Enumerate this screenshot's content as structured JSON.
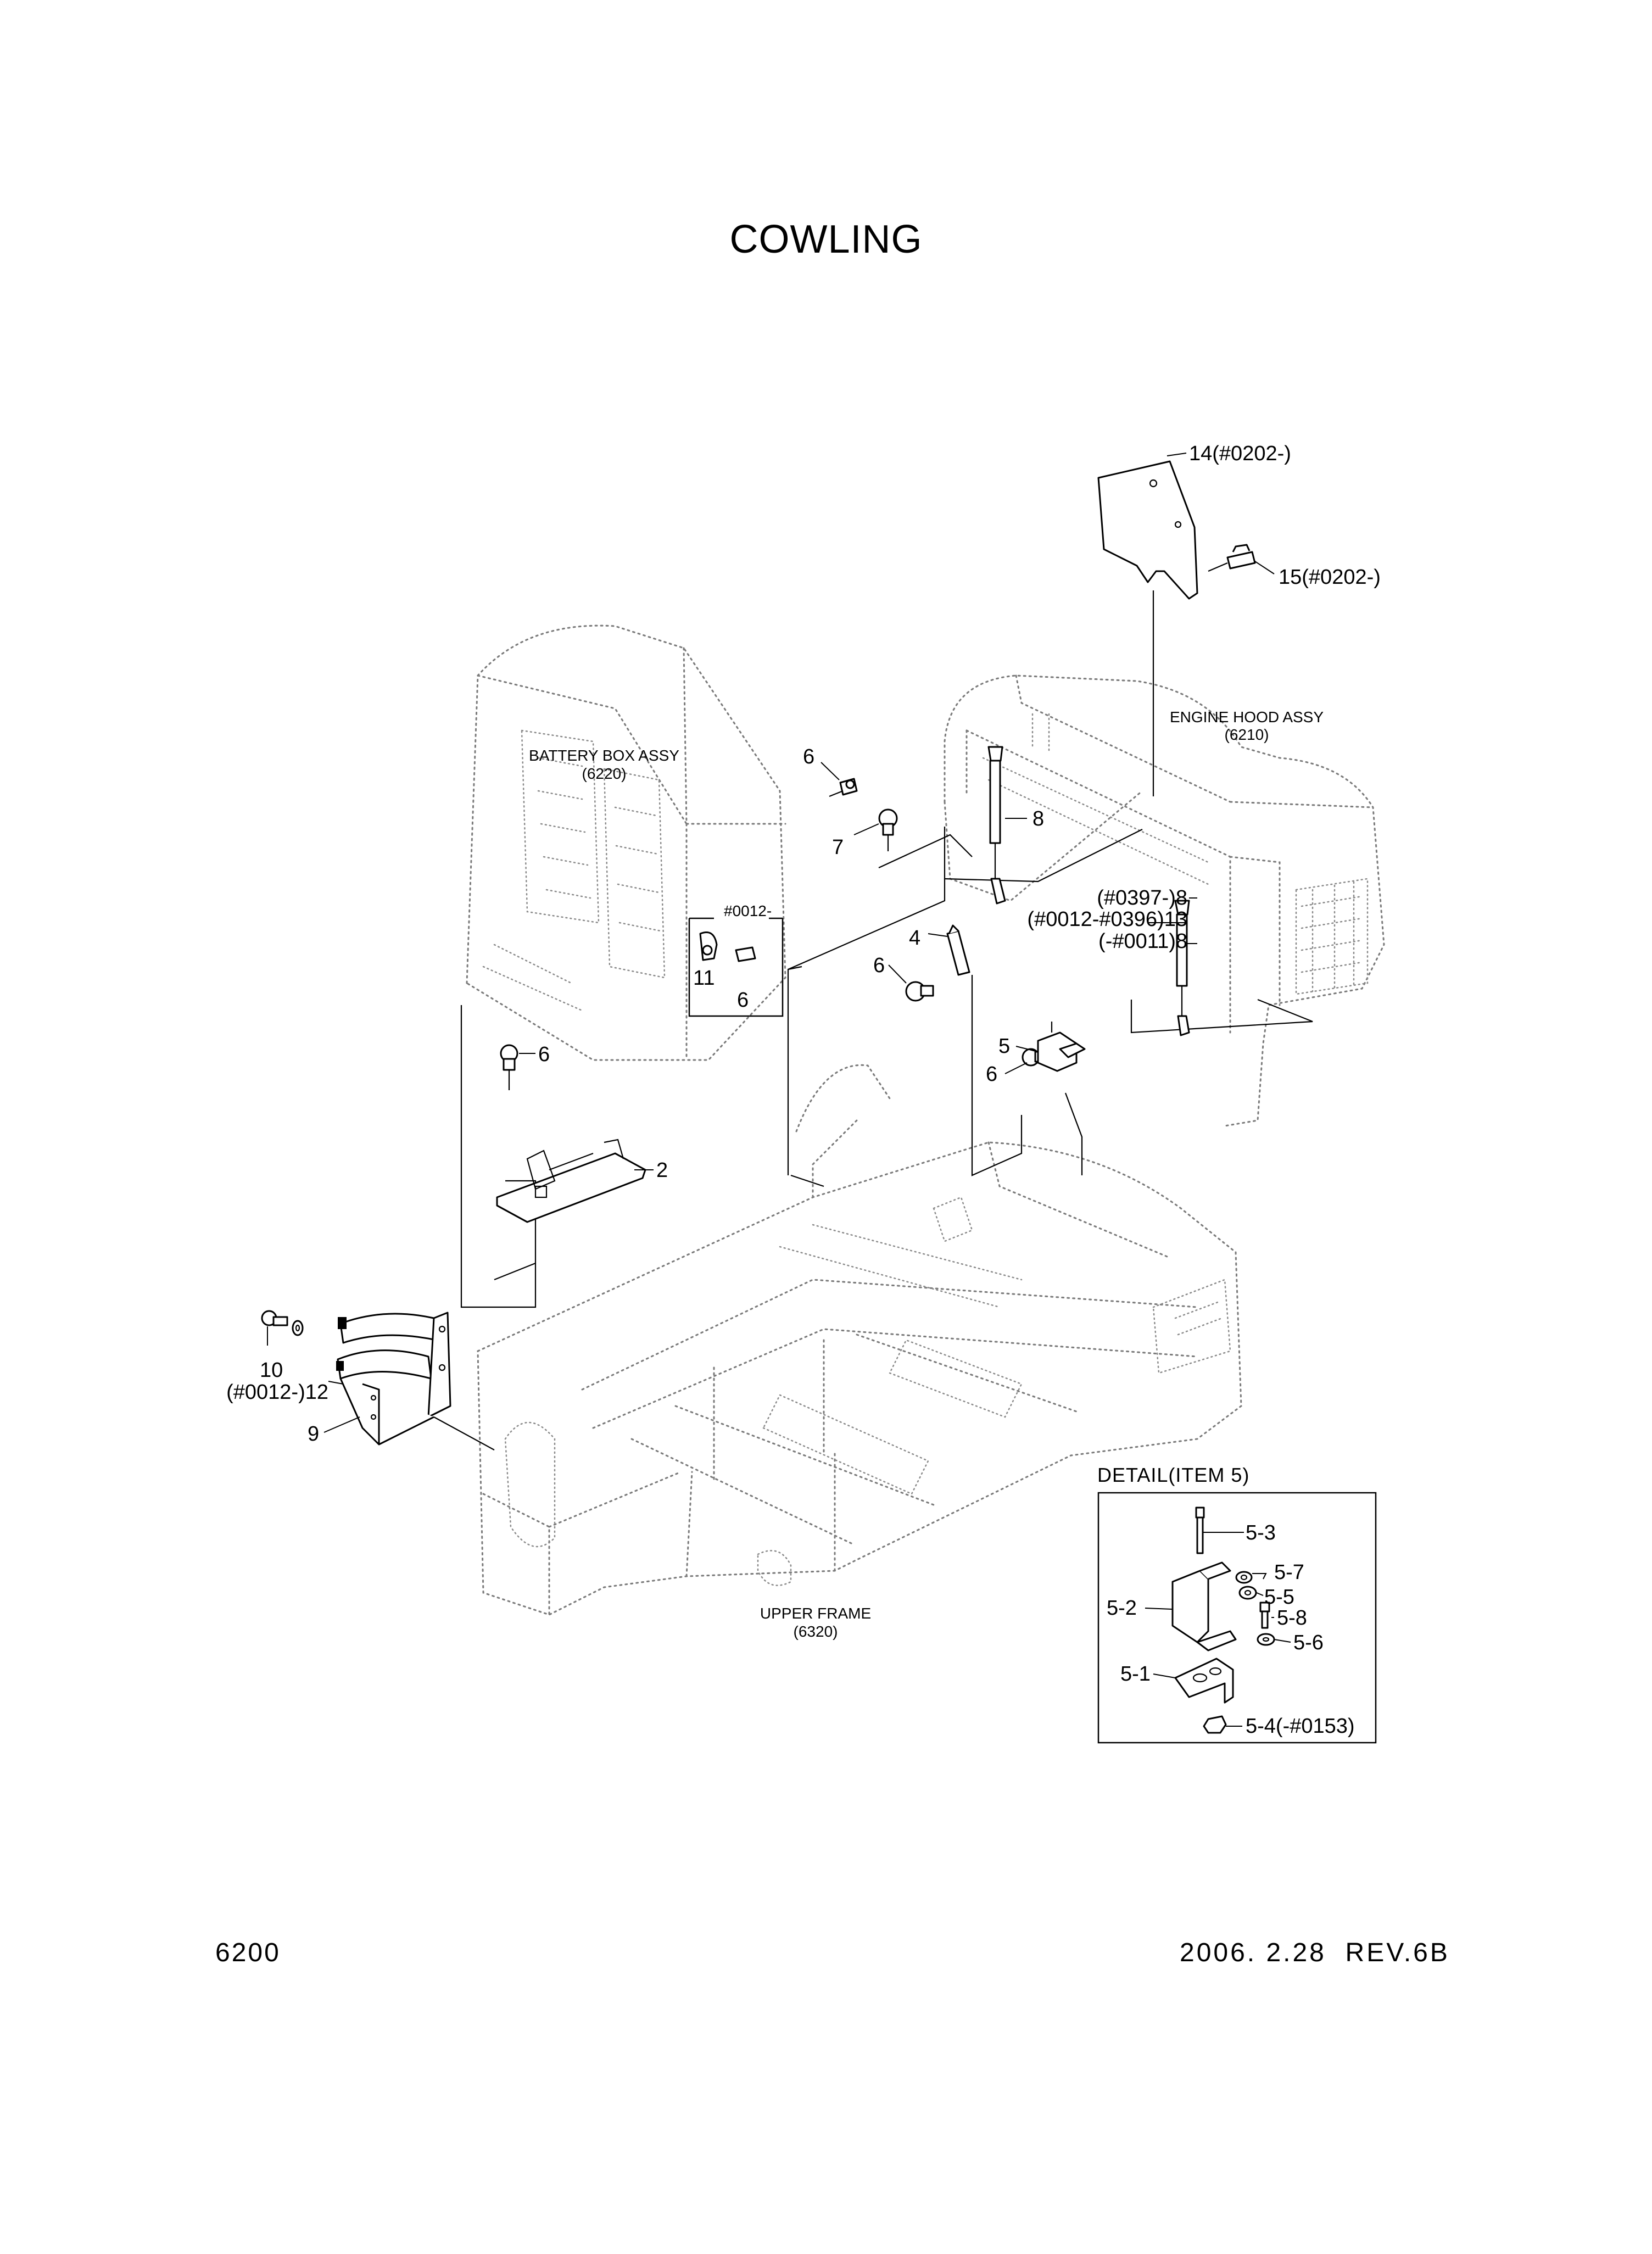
{
  "title": "COWLING",
  "footer": {
    "page_number": "6200",
    "date_revision": "2006. 2.28  REV.6B"
  },
  "assemblies": {
    "battery_box": {
      "name": "BATTERY BOX ASSY",
      "code": "(6220)"
    },
    "engine_hood": {
      "name": "ENGINE HOOD ASSY",
      "code": "(6210)"
    },
    "upper_frame": {
      "name": "UPPER FRAME",
      "code": "(6320)"
    }
  },
  "callouts": {
    "c14": "14(#0202-)",
    "c15": "15(#0202-)",
    "c6a": "6",
    "c7": "7",
    "c8": "8",
    "serial_0012": "#0012-",
    "c11": "11",
    "c6b": "6",
    "c4": "4",
    "c6c": "6",
    "c8_0397": "(#0397-)8",
    "c13_0012_0396": "(#0012-#0396)13",
    "c8_0011": "(-#0011)8",
    "c5": "5",
    "c6d": "6",
    "c6e": "6",
    "c2": "2",
    "c10": "10",
    "c12": "(#0012-)12",
    "c9": "9"
  },
  "detail": {
    "title": "DETAIL(ITEM 5)",
    "labels": {
      "d53": "5-3",
      "d57": "5-7",
      "d55": "5-5",
      "d52": "5-2",
      "d58": "5-8",
      "d56": "5-6",
      "d51": "5-1",
      "d54": "5-4(-#0153)"
    }
  }
}
